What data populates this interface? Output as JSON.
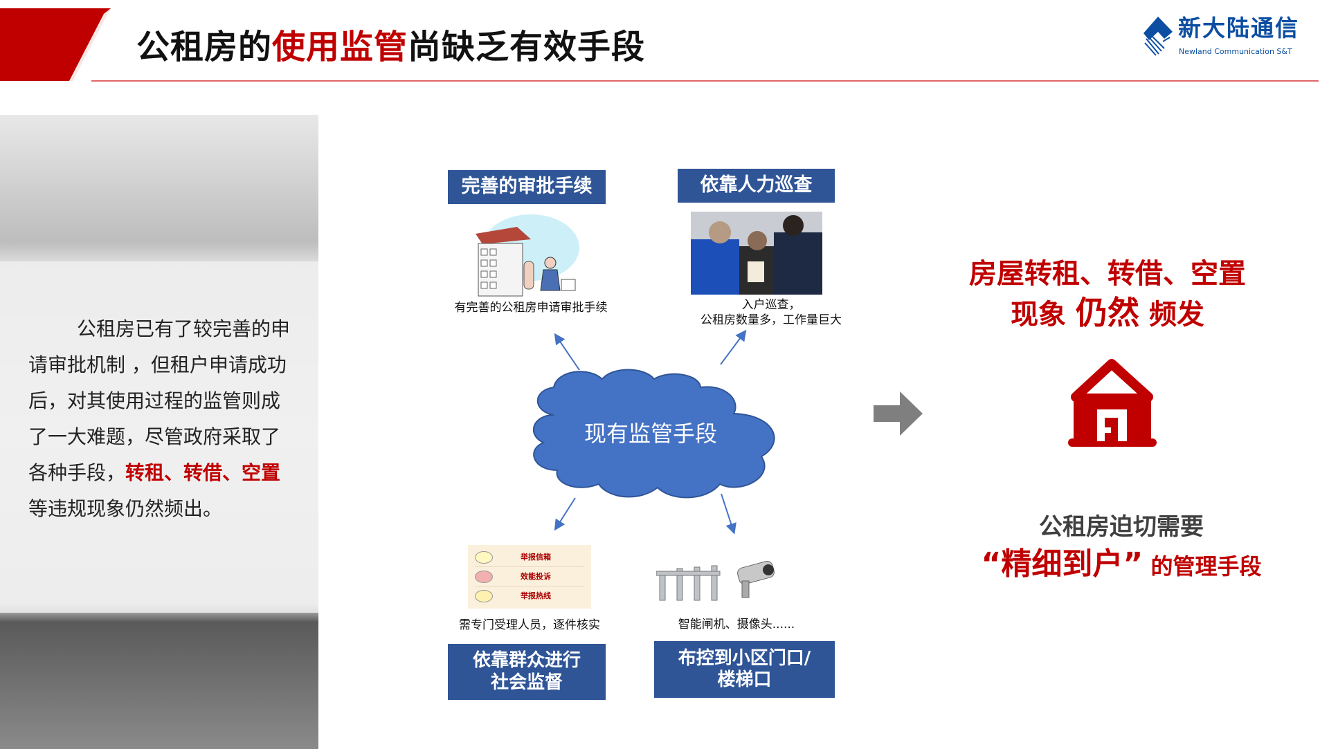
{
  "header": {
    "title_pre": "公租房的",
    "title_highlight": "使用监管",
    "title_post": "尚缺乏有效手段"
  },
  "logo": {
    "name_cn": "新大陆通信",
    "name_en": "Newland Communication S&T"
  },
  "left_text": {
    "part1": "公租房已有了较完善的申请审批机制 ，但租户申请成功后，对其使用过程的监管则成了一大难题，尽管政府采取了各种手段，",
    "highlight": "转租、转借、空置",
    "part2": "等违规现象仍然频出。"
  },
  "diagram": {
    "center": "现有监管手段",
    "top_left": {
      "label": "完善的审批手续",
      "caption": "有完善的公租房申请审批手续"
    },
    "top_right": {
      "label": "依靠人力巡查",
      "caption_line1": "入户巡查，",
      "caption_line2": "公租房数量多，工作量巨大"
    },
    "bottom_left": {
      "label_line1": "依靠群众进行",
      "label_line2": "社会监督",
      "caption": "需专门受理人员，逐件核实",
      "menu": [
        "举报信箱",
        "效能投诉",
        "举报热线"
      ]
    },
    "bottom_right": {
      "label_line1": "布控到小区门口/",
      "label_line2": "楼梯口",
      "caption": "智能闸机、摄像头......"
    }
  },
  "right": {
    "line1": "房屋转租、转借、空置",
    "line2a": "现象",
    "line2b": "仍然",
    "line2c": "频发",
    "need_line1": "公租房迫切需要",
    "need_quote": "“精细到户”",
    "need_rest": "的管理手段"
  },
  "colors": {
    "red": "#c00000",
    "blue": "#2f5597",
    "cloud": "#4472c4"
  }
}
